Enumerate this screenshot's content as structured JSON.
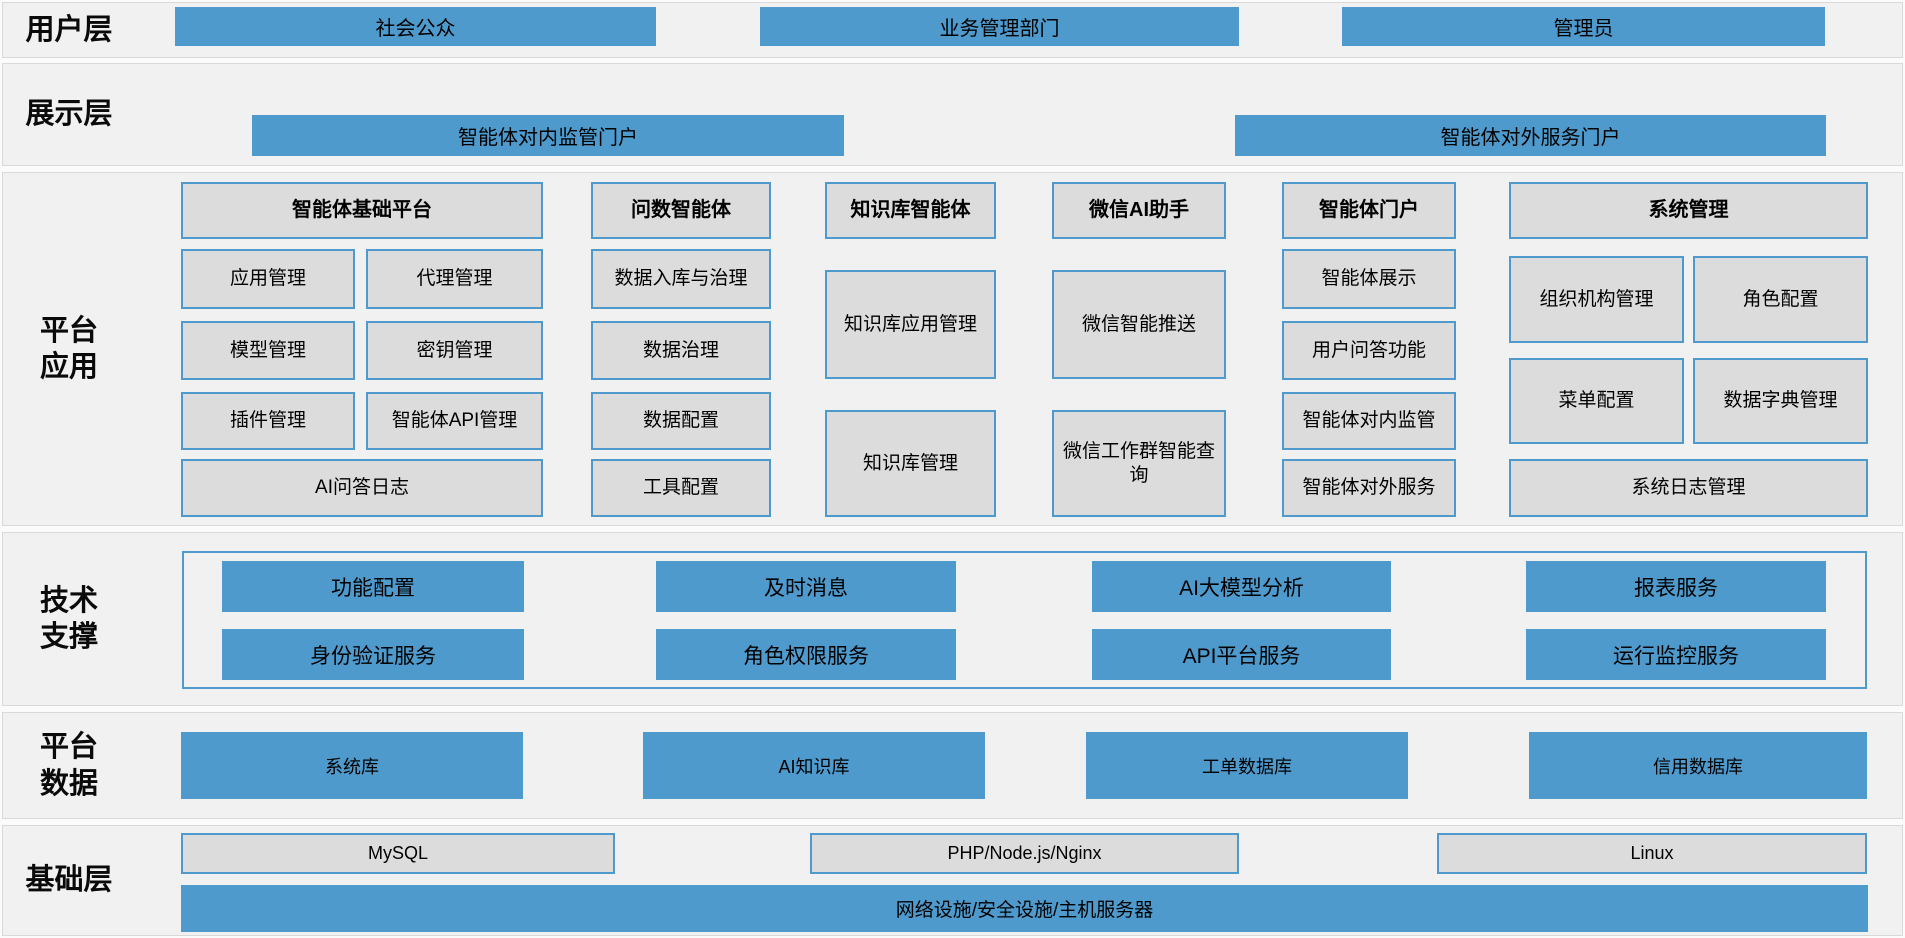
{
  "colors": {
    "blue": "#4f9acd",
    "gray_box_fill": "#dcdcdc",
    "band_background": "#f1f1f1"
  },
  "layers": {
    "user": {
      "label": "用户层",
      "items": {
        "public": "社会公众",
        "dept": "业务管理部门",
        "admin": "管理员"
      }
    },
    "display": {
      "label": "展示层",
      "items": {
        "internal_portal": "智能体对内监管门户",
        "external_portal": "智能体对外服务门户"
      }
    },
    "app": {
      "label_line1": "平台",
      "label_line2": "应用",
      "col1": {
        "header": "智能体基础平台",
        "items": {
          "a": "应用管理",
          "b": "代理管理",
          "c": "模型管理",
          "d": "密钥管理",
          "e": "插件管理",
          "f": "智能体API管理",
          "g": "AI问答日志"
        }
      },
      "col2": {
        "header": "问数智能体",
        "items": {
          "a": "数据入库与治理",
          "b": "数据治理",
          "c": "数据配置",
          "d": "工具配置"
        }
      },
      "col3": {
        "header": "知识库智能体",
        "items": {
          "a": "知识库应用管理",
          "b": "知识库管理"
        }
      },
      "col4": {
        "header": "微信AI助手",
        "items": {
          "a": "微信智能推送",
          "b": "微信工作群智能查询"
        }
      },
      "col5": {
        "header": "智能体门户",
        "items": {
          "a": "智能体展示",
          "b": "用户问答功能",
          "c": "智能体对内监管",
          "d": "智能体对外服务"
        }
      },
      "col6": {
        "header": "系统管理",
        "items": {
          "a": "组织机构管理",
          "b": "角色配置",
          "c": "菜单配置",
          "d": "数据字典管理",
          "e": "系统日志管理"
        }
      }
    },
    "tech": {
      "label_line1": "技术",
      "label_line2": "支撑",
      "items": {
        "a": "功能配置",
        "b": "及时消息",
        "c": "AI大模型分析",
        "d": "报表服务",
        "e": "身份验证服务",
        "f": "角色权限服务",
        "g": "API平台服务",
        "h": "运行监控服务"
      }
    },
    "data": {
      "label_line1": "平台",
      "label_line2": "数据",
      "items": {
        "a": "系统库",
        "b": "AI知识库",
        "c": "工单数据库",
        "d": "信用数据库"
      }
    },
    "infra": {
      "label": "基础层",
      "items": {
        "a": "MySQL",
        "b": "PHP/Node.js/Nginx",
        "c": "Linux",
        "bar": "网络设施/安全设施/主机服务器"
      }
    }
  }
}
